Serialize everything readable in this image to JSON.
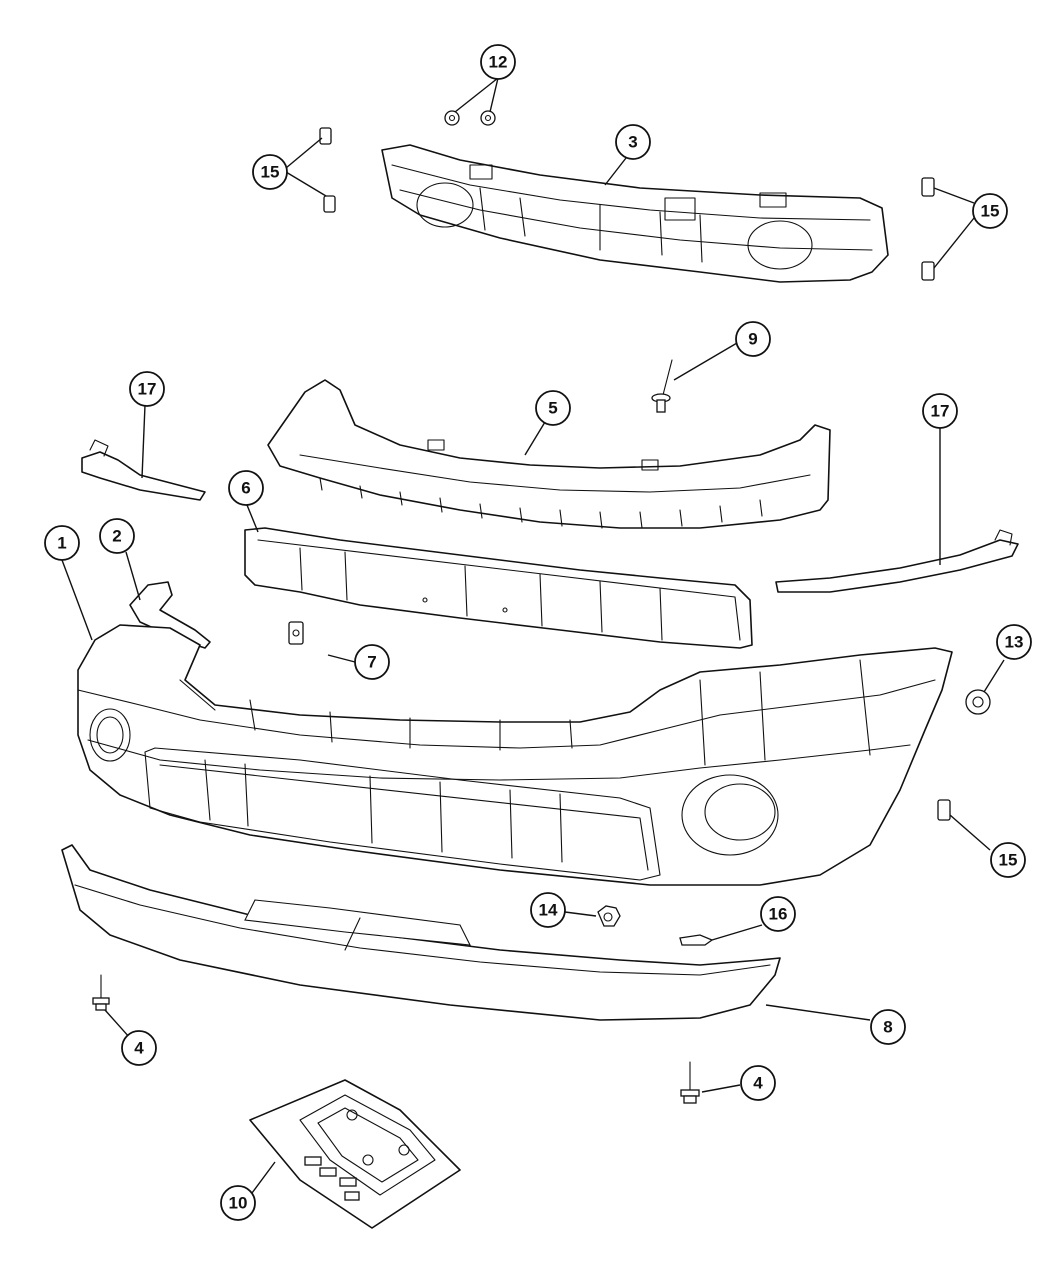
{
  "diagram": {
    "callouts": [
      {
        "id": "c1",
        "label": "1"
      },
      {
        "id": "c2",
        "label": "2"
      },
      {
        "id": "c3",
        "label": "3"
      },
      {
        "id": "c4a",
        "label": "4"
      },
      {
        "id": "c4b",
        "label": "4"
      },
      {
        "id": "c5",
        "label": "5"
      },
      {
        "id": "c6",
        "label": "6"
      },
      {
        "id": "c7",
        "label": "7"
      },
      {
        "id": "c8",
        "label": "8"
      },
      {
        "id": "c9",
        "label": "9"
      },
      {
        "id": "c10",
        "label": "10"
      },
      {
        "id": "c12",
        "label": "12"
      },
      {
        "id": "c13",
        "label": "13"
      },
      {
        "id": "c14",
        "label": "14"
      },
      {
        "id": "c15a",
        "label": "15"
      },
      {
        "id": "c15b",
        "label": "15"
      },
      {
        "id": "c15c",
        "label": "15"
      },
      {
        "id": "c16",
        "label": "16"
      },
      {
        "id": "c17a",
        "label": "17"
      },
      {
        "id": "c17b",
        "label": "17"
      }
    ]
  }
}
